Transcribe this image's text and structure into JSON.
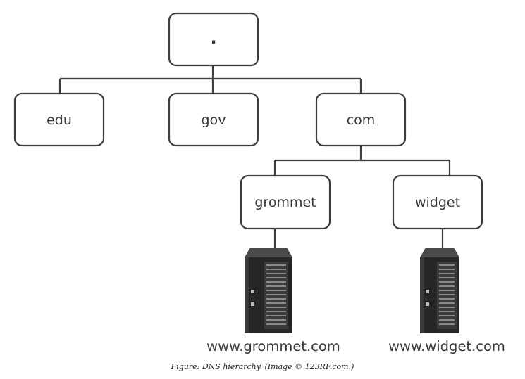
{
  "diagram": {
    "root": {
      "label": "."
    },
    "tlds": [
      {
        "label": "edu"
      },
      {
        "label": "gov"
      },
      {
        "label": "com"
      }
    ],
    "subdomains": [
      {
        "label": "grommet",
        "host": "www.grommet.com"
      },
      {
        "label": "widget",
        "host": "www.widget.com"
      }
    ]
  },
  "caption": "Figure: DNS hierarchy. (Image © 123RF.com.)",
  "icons": {
    "server": "server-rack-icon"
  },
  "colors": {
    "stroke": "#3d3d3d",
    "text": "#3a3a3a",
    "server": "#2b2b2b"
  }
}
